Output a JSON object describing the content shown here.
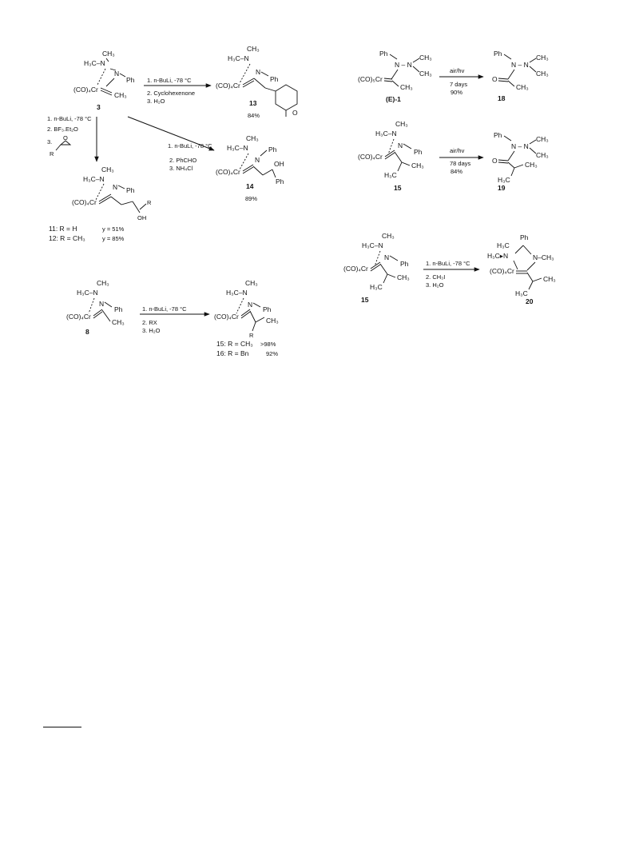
{
  "scheme1": {
    "compound_3": "3",
    "arrow_13_conditions": [
      "1. n-BuLi, -78 °C",
      "2. Cyclohexenone",
      "3. H₂O"
    ],
    "compound_13": "13",
    "yield_13": "84%",
    "arrow_14_conditions": [
      "1. n-BuLi, -78 °C",
      "2. PhCHO",
      "3. NH₄Cl"
    ],
    "compound_14": "14",
    "yield_14": "89%",
    "arrow_11_conditions": [
      "1. n-BuLi, -78 °C",
      "2. BF₃.Et₂O",
      "3."
    ],
    "products_11_12": [
      "11: R = H",
      "12: R = CH₃"
    ],
    "yields_11_12": [
      "y = 51%",
      "y = 85%"
    ]
  },
  "scheme2": {
    "compound_8": "8",
    "arrow_conditions": [
      "1. n-BuLi, -78 °C",
      "2. RX",
      "3. H₂O"
    ],
    "products": [
      "15: R = CH₃",
      "16: R = Bn"
    ],
    "yields": [
      ">98%",
      "92%"
    ]
  },
  "scheme3": {
    "compound_E1": "(E)-1",
    "arrow_conditions": [
      "air/hv",
      "7 days",
      "90%"
    ],
    "compound_18": "18"
  },
  "scheme4": {
    "compound_15": "15",
    "arrow_conditions": [
      "air/hv",
      "78 days",
      "84%"
    ],
    "compound_19": "19"
  },
  "scheme5": {
    "compound_15": "15",
    "arrow_conditions": [
      "1. n-BuLi, -78 °C",
      "2. CH₃I",
      "3. H₂O"
    ],
    "compound_20": "20"
  },
  "atoms": {
    "ch3": "CH₃",
    "h3c": "H₃C",
    "n": "N",
    "ph": "Ph",
    "o": "O",
    "r": "R",
    "oh": "OH",
    "cr4": "(CO)₄Cr",
    "cr5": "(CO)₅Cr",
    "h3cn": "H₃C–N",
    "nn": "N – N",
    "h3cbn": "H₃C▸N",
    "nch3": "N–CH₃",
    "h3c2": "H₃C"
  }
}
